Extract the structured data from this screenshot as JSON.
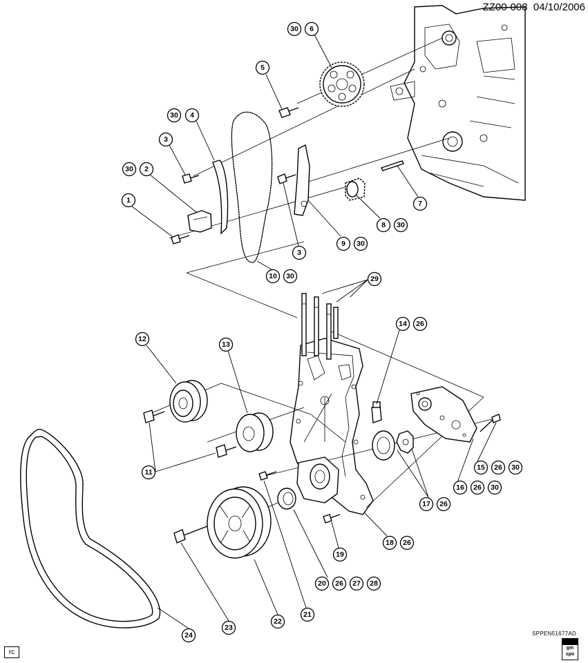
{
  "header": {
    "drawing_id": "ZZ00-008",
    "date": "04/10/2006"
  },
  "footer": {
    "code": "SPPEN51677AD",
    "corner_label": "rc",
    "logo_top": "gm",
    "logo_bottom": "spo"
  },
  "callouts": [
    "30",
    "6",
    "5",
    "30",
    "4",
    "3",
    "30",
    "2",
    "1",
    "3",
    "9",
    "30",
    "8",
    "30",
    "7",
    "10",
    "30",
    "29",
    "14",
    "26",
    "12",
    "13",
    "11",
    "15",
    "26",
    "30",
    "16",
    "26",
    "30",
    "17",
    "26",
    "18",
    "26",
    "19",
    "20",
    "26",
    "27",
    "28",
    "21",
    "22",
    "23",
    "24"
  ]
}
